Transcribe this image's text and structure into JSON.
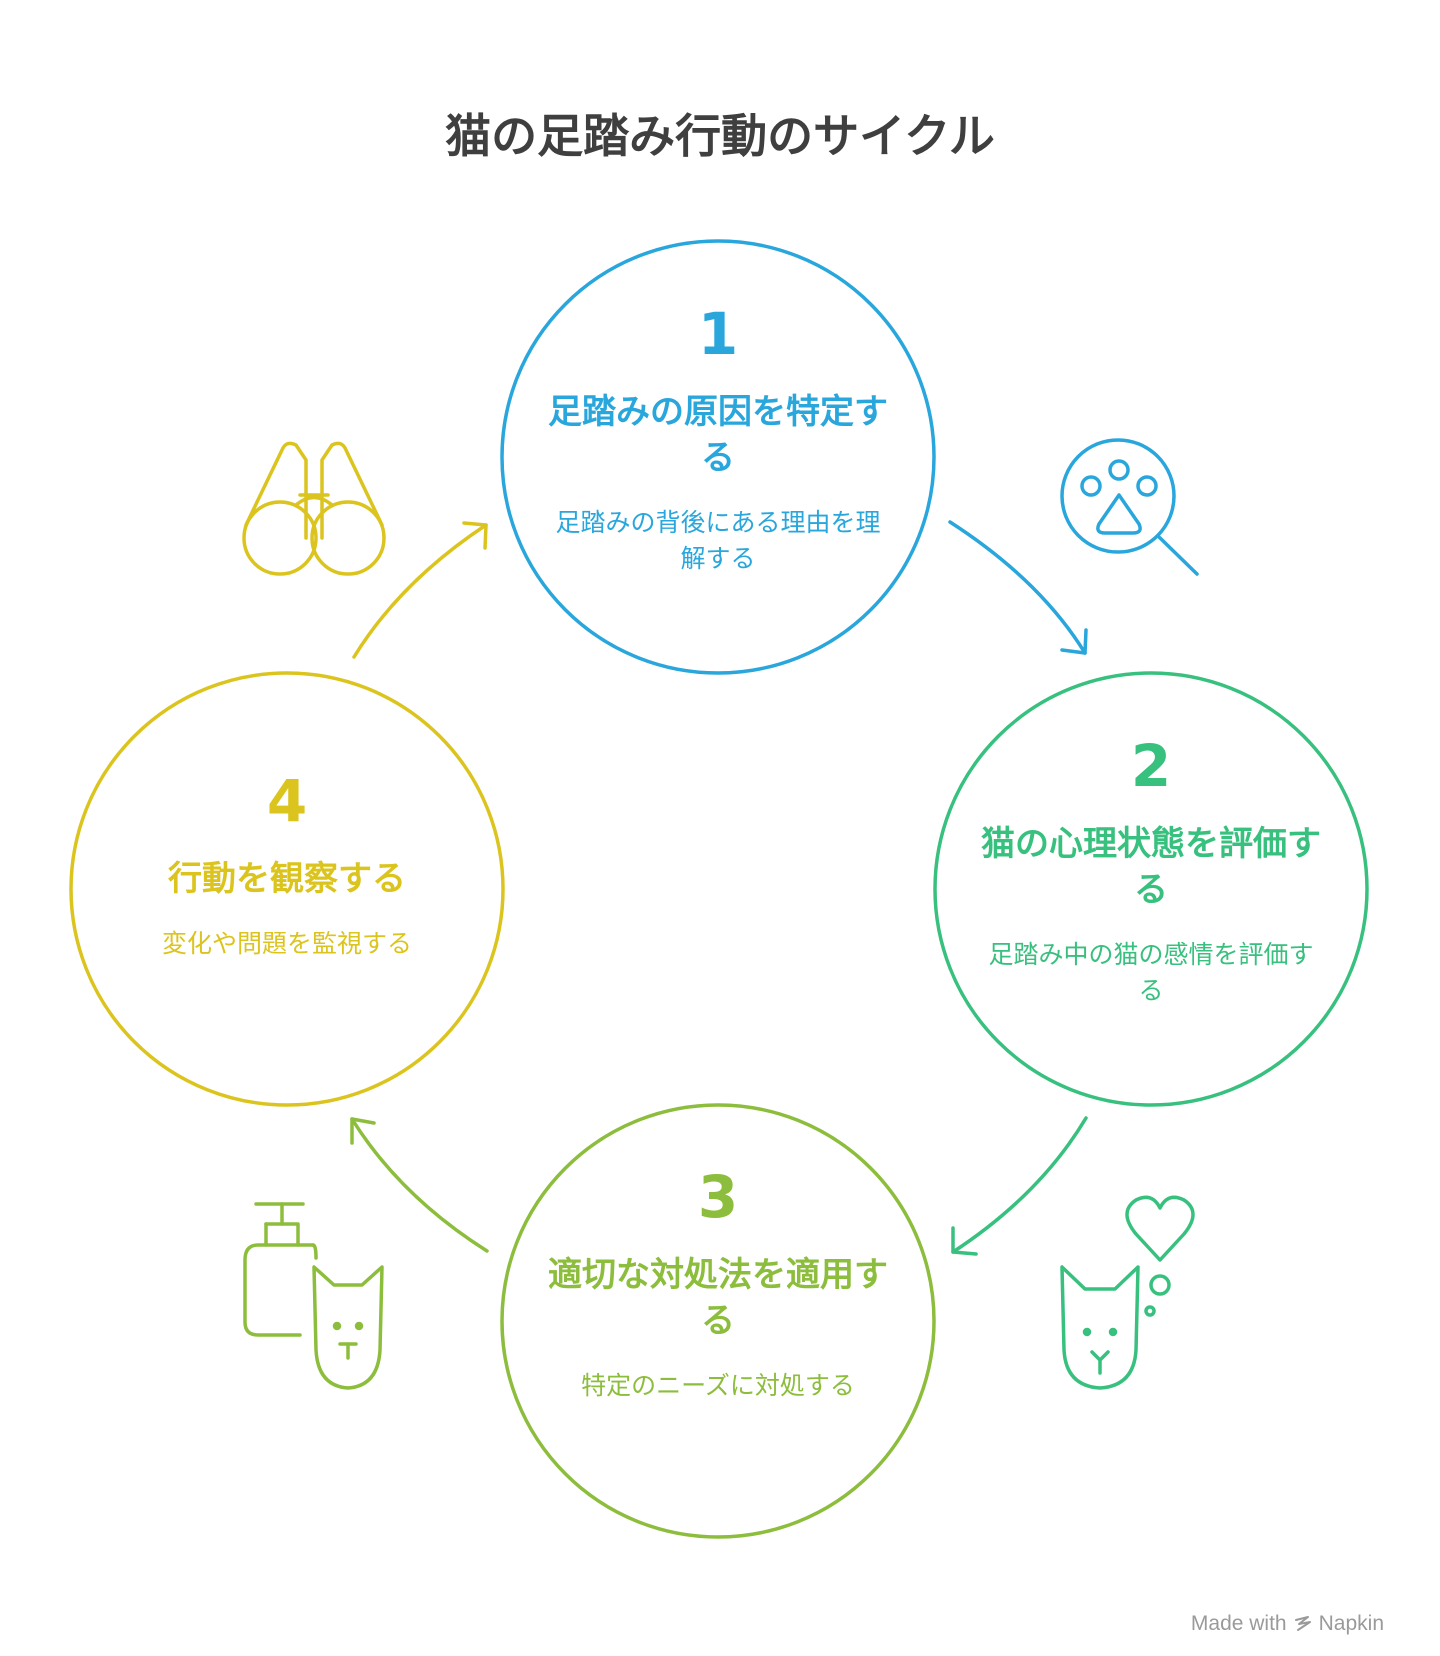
{
  "title": "猫の足踏み行動のサイクル",
  "steps": [
    {
      "number": "1",
      "title": "足踏みの原因を特定する",
      "description": "足踏みの背後にある理由を理解する",
      "color": "#29a6dc",
      "icon": "magnifier-paw-icon"
    },
    {
      "number": "2",
      "title": "猫の心理状態を評価する",
      "description": "足踏み中の猫の感情を評価する",
      "color": "#38c07e",
      "icon": "cat-heart-icon"
    },
    {
      "number": "3",
      "title": "適切な対処法を適用する",
      "description": "特定のニーズに対処する",
      "color": "#8dbd3c",
      "icon": "cat-bottle-icon"
    },
    {
      "number": "4",
      "title": "行動を観察する",
      "description": "変化や問題を監視する",
      "color": "#dcc41f",
      "icon": "binoculars-icon"
    }
  ],
  "footer": {
    "made_with": "Made with",
    "brand": "Napkin"
  }
}
